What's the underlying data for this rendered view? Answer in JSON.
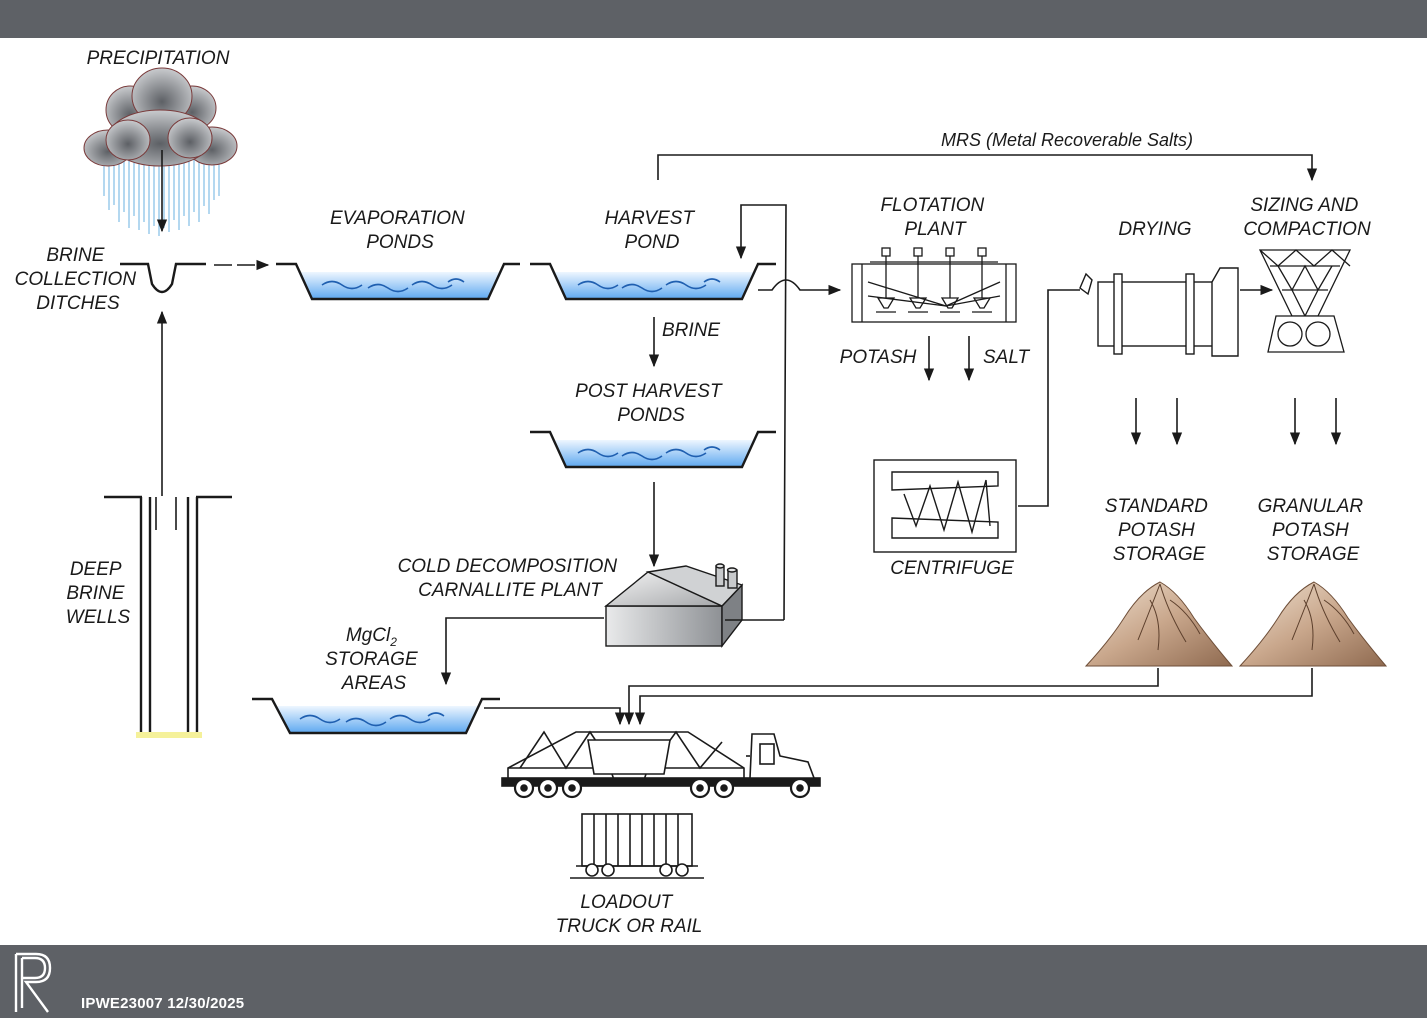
{
  "footer": {
    "code": "IPWE23007 12/30/2025"
  },
  "labels": {
    "precipitation": "PRECIPITATION",
    "brine_collection": [
      "BRINE",
      "COLLECTION",
      "DITCHES"
    ],
    "deep_brine_wells": [
      "DEEP",
      "BRINE",
      "WELLS"
    ],
    "evaporation_ponds": [
      "EVAPORATION",
      "PONDS"
    ],
    "harvest_pond": [
      "HARVEST",
      "POND"
    ],
    "brine": "BRINE",
    "post_harvest_ponds": [
      "POST HARVEST",
      "PONDS"
    ],
    "cold_decomposition": [
      "COLD DECOMPOSITION",
      "CARNALLITE PLANT"
    ],
    "mgcl2_storage": [
      "MgCl",
      "2",
      "STORAGE",
      "AREAS"
    ],
    "mrs": "MRS (Metal Recoverable Salts)",
    "flotation_plant": [
      "FLOTATION",
      "PLANT"
    ],
    "potash": "POTASH",
    "salt": "SALT",
    "centrifuge": "CENTRIFUGE",
    "drying": "DRYING",
    "sizing_compaction": [
      "SIZING AND",
      "COMPACTION"
    ],
    "standard_storage": [
      "STANDARD",
      "POTASH",
      "STORAGE"
    ],
    "granular_storage": [
      "GRANULAR",
      "POTASH",
      "STORAGE"
    ],
    "loadout": [
      "LOADOUT",
      "TRUCK OR RAIL"
    ]
  },
  "colors": {
    "bar": "#5e6166",
    "water_light": "#d9ecff",
    "water_dark": "#5ea8f0",
    "wave": "#1f5fb0",
    "pile_light": "#e8d5c0",
    "pile_dark": "#a07a5e",
    "rain": "#8cc3e8"
  }
}
